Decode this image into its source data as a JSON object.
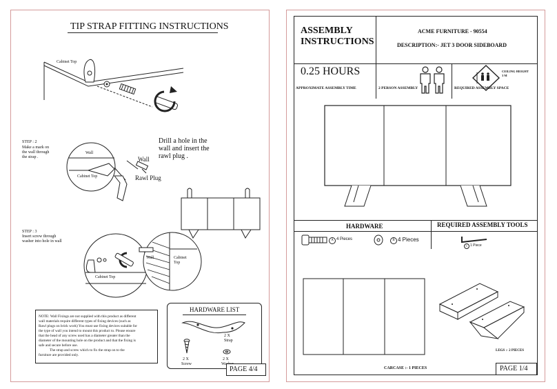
{
  "left_page": {
    "title": "TIP STRAP FITTING INSTRUCTIONS",
    "cabinet_top_label": "Cabinet Top",
    "step2": {
      "heading": "STEP : 2",
      "text": [
        "Make a mark on",
        "the wall through",
        "the strap ."
      ]
    },
    "step2_wall_label": "Wall",
    "step2_cabinet_top_label": "Cabinet Top",
    "drill_text": [
      "Drill  a hole in the",
      "wall and insert the",
      "rawl plug ."
    ],
    "wall_label": "Wall",
    "rawl_plug_label": "Rawl Plug",
    "step3": {
      "heading": "STEP : 3",
      "text": [
        "Insert screw through",
        "washer into hole in wall"
      ]
    },
    "step3_wall_label": "Wall",
    "step3_cabinet_top_label": "Cabinet Top",
    "detail_cabinet_top_label": [
      "Cabinet",
      "Top"
    ],
    "note": {
      "heading": "NOTE:",
      "lines": [
        "Wall Fixings are not supplied with this product as different",
        "wall materials require different types of fixing devices (such as",
        "Rawl plugs on brick work) You must use fixing devices suitable for",
        "the type of wall you intend to mount this product to. Please ensure",
        "that the head of any screw used has a diameter greater than the",
        "diameter of the mounting hole on the product and that the fixing is",
        "safe and secure before use.",
        "The strap and screw which to fix the strap on to the",
        "furniture are provided only."
      ]
    },
    "hardware_list": {
      "title": "HARDWARE LIST",
      "strap_qty": "2 X",
      "strap_name": "Strap",
      "screw_qty": "2 X",
      "screw_name": "Screw",
      "washer_qty": "2 X",
      "washer_name": "Washer"
    },
    "page_label": "PAGE 4/4"
  },
  "right_page": {
    "header_title": [
      "ASSEMBLY",
      "INSTRUCTIONS"
    ],
    "company": "ACME FURNITURE - 90554",
    "description": "DESCRIPTION:- JET 3 DOOR SIDEBOARD",
    "time_value": "0.25 HOURS",
    "time_label": "APPROXIMATE ASSEMBLY TIME",
    "persons_label": "2 PERSON ASSEMBLY",
    "space_label": "REQUIRED ASSEMBLY SPACE",
    "ceiling_label": [
      "CEILING HEIGHT",
      "3 M"
    ],
    "hardware_title": "HARDWARE",
    "tools_title": "REQUIRED ASSEMBLY TOOLS",
    "hw_item_a": {
      "code": "A",
      "qty": "4 Pieces"
    },
    "hw_item_b": {
      "code": "B",
      "qty": "4 Pieces"
    },
    "tool_item": {
      "code": "C",
      "qty": "1 Piece"
    },
    "carcase_label": "CARCASE :- 1 PIECES",
    "legs_label": "LEGS :- 2 PIECES",
    "page_label": "PAGE 1/4"
  }
}
